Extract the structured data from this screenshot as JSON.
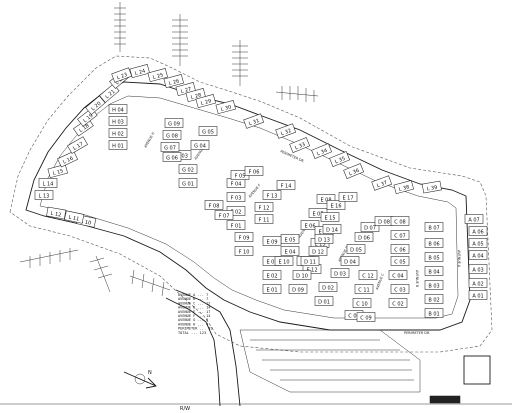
{
  "map": {
    "title": "",
    "row_labels": {
      "L": [
        "L 10",
        "L 11",
        "L 12",
        "L 13",
        "L 14",
        "L 15",
        "L 16",
        "L 17",
        "L 18",
        "L 19",
        "L 20",
        "L 21",
        "L 22",
        "L 23",
        "L 24",
        "L 25",
        "L 26",
        "L 27",
        "L 28",
        "L 29",
        "L 30",
        "L 31",
        "L 32",
        "L 33",
        "L 34",
        "L 35",
        "L 36",
        "L 37",
        "L 38",
        "L 39"
      ],
      "H": [
        "H 01",
        "H 02",
        "H 03",
        "H 04"
      ],
      "G": [
        "G 01",
        "G 02",
        "G 03",
        "G 04",
        "G 05",
        "G 06",
        "G 07",
        "G 08",
        "G 09"
      ],
      "F": [
        "F 01",
        "F 02",
        "F 03",
        "F 04",
        "F 05",
        "F 06",
        "F 07",
        "F 08",
        "F 09",
        "F 10",
        "F 11",
        "F 12",
        "F 13",
        "F 14"
      ],
      "E": [
        "E 01",
        "E 02",
        "E 03",
        "E 04",
        "E 05",
        "E 06",
        "E 07",
        "E 08",
        "E 09",
        "E 10",
        "E 11",
        "E 12",
        "E 13",
        "E 14",
        "E 15",
        "E 16",
        "E 17"
      ],
      "D": [
        "D 01",
        "D 02",
        "D 03",
        "D 04",
        "D 05",
        "D 06",
        "D 07",
        "D 08",
        "D 09",
        "D 10",
        "D 11",
        "D 12",
        "D 13",
        "D 14"
      ],
      "C": [
        "C 01",
        "C 02",
        "C 03",
        "C 04",
        "C 05",
        "C 06",
        "C 07",
        "C 08",
        "C 09",
        "C 10",
        "C 11",
        "C 12"
      ],
      "B": [
        "B 01",
        "B 02",
        "B 03",
        "B 04",
        "B 05",
        "B 06",
        "B 07"
      ],
      "A": [
        "A 01",
        "A 02",
        "A 03",
        "A 04",
        "A 05",
        "A 06",
        "A 07"
      ]
    },
    "roads": {
      "perimeter_top": "PERIMETER DR.",
      "perimeter_bottom": "PERIMETER DR.",
      "avenue_a": "AVENUE A",
      "avenue_b": "AVENUE B",
      "avenue_c": "AVENUE C",
      "avenue_d": "AVENUE D",
      "avenue_e": "AVENUE E",
      "avenue_f": "AVENUE F",
      "avenue_g": "AVENUE G",
      "avenue_h": "AVENUE H"
    },
    "legend": [
      "AVENUE A ... 7",
      "AVENUE B ... 7",
      "AVENUE C ... 12",
      "AVENUE D ... 14",
      "AVENUE E ... 17",
      "AVENUE F ... 14",
      "AVENUE G ... 9",
      "AVENUE H ... 4",
      "PERIMETER ... 39",
      "TOTAL ... 123"
    ],
    "row_line": "R/W",
    "north_label": "N"
  }
}
